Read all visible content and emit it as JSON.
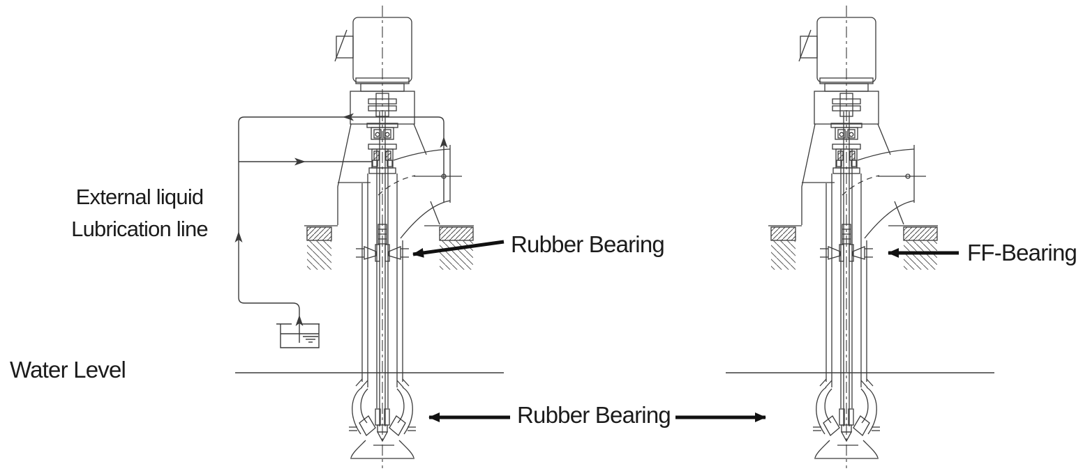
{
  "labels": {
    "external_lube": {
      "line1": "External liquid",
      "line2": "Lubrication line"
    },
    "water_level": "Water Level",
    "rubber_bearing_mid": "Rubber Bearing",
    "ff_bearing": "FF-Bearing",
    "rubber_bearing_bottom": "Rubber Bearing"
  },
  "colors": {
    "line": "#3a3a3a",
    "text": "#1b1b1b",
    "annotation_arrow": "#111111",
    "background": "#ffffff"
  }
}
